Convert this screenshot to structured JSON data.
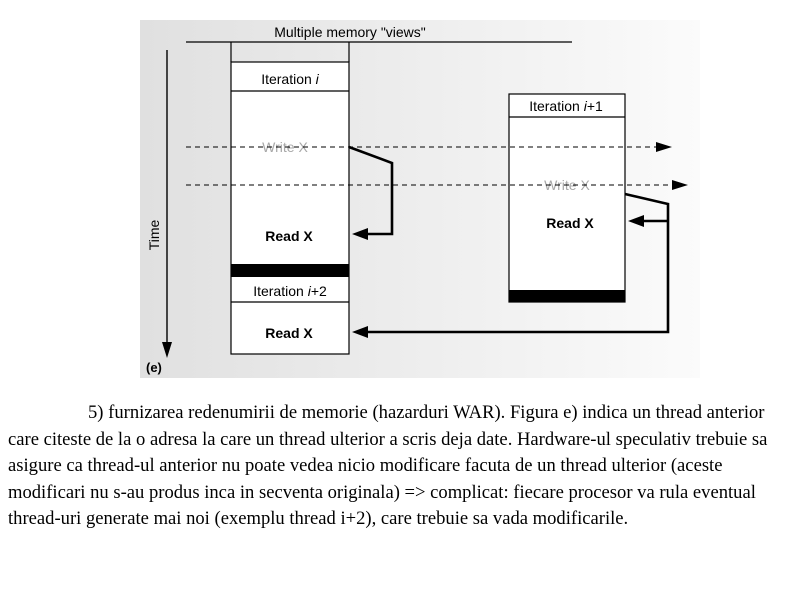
{
  "diagram": {
    "header": "Multiple memory \"views\"",
    "time_label": "Time",
    "panel_label": "(e)",
    "left_thread": {
      "iteration_label": "Iteration ",
      "iteration_var": "i",
      "write_label": "Write X",
      "read_label": "Read X"
    },
    "right_thread": {
      "iteration_label": "Iteration ",
      "iteration_var": "i",
      "iteration_suffix": "+1",
      "write_label": "Write X",
      "read_label": "Read X"
    },
    "bottom_thread": {
      "iteration_label": "Iteration ",
      "iteration_var": "i",
      "iteration_suffix": "+2",
      "read_label": "Read X"
    },
    "colors": {
      "background_left": "#e0e0e0",
      "background_right": "#fafafa",
      "write_text": "#a8a8a8",
      "line": "#000000"
    }
  },
  "caption": "5) furnizarea redenumirii de memorie (hazarduri WAR). Figura e) indica un thread anterior care citeste de la o adresa la care un thread ulterior a scris deja date. Hardware-ul speculativ trebuie sa asigure ca thread-ul anterior nu poate vedea nicio modificare facuta de un thread ulterior (aceste modificari nu s-au produs inca in secventa originala) => complicat: fiecare procesor va rula eventual thread-uri generate mai noi (exemplu thread i+2), care trebuie sa vada modificarile."
}
